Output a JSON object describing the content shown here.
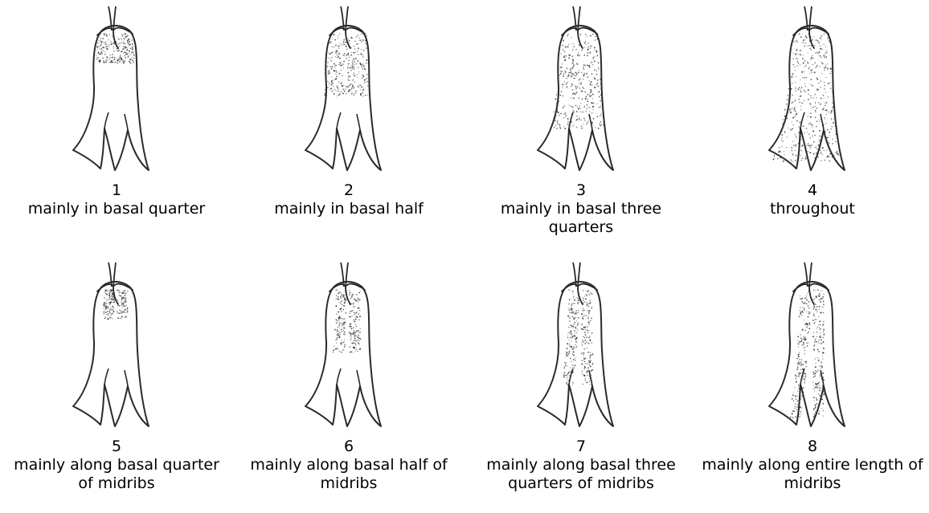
{
  "figure": {
    "items": [
      {
        "number": "1",
        "description": "mainly in basal quarter",
        "pattern": "basal",
        "extent": 0.25
      },
      {
        "number": "2",
        "description": "mainly in basal half",
        "pattern": "basal",
        "extent": 0.5
      },
      {
        "number": "3",
        "description": "mainly in basal three quarters",
        "pattern": "basal",
        "extent": 0.75
      },
      {
        "number": "4",
        "description": "throughout",
        "pattern": "basal",
        "extent": 1.0
      },
      {
        "number": "5",
        "description": "mainly along basal quarter of midribs",
        "pattern": "midribs",
        "extent": 0.25
      },
      {
        "number": "6",
        "description": "mainly along basal half of midribs",
        "pattern": "midribs",
        "extent": 0.5
      },
      {
        "number": "7",
        "description": "mainly along basal three quarters of midribs",
        "pattern": "midribs",
        "extent": 0.75
      },
      {
        "number": "8",
        "description": "mainly along entire length of midribs",
        "pattern": "midribs",
        "extent": 1.0
      }
    ]
  }
}
